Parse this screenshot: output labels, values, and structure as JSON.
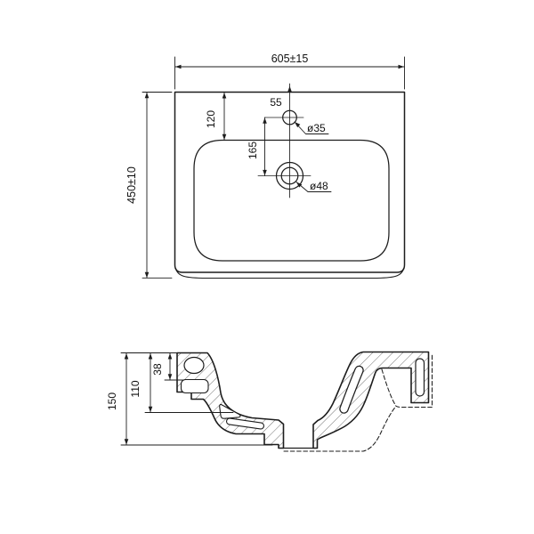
{
  "drawing": {
    "type": "washbasin technical drawing, top view and sectional side view",
    "colors": {
      "line": "#1d1d1d",
      "background": "#ffffff",
      "hatch": "#4d4d4d"
    },
    "top_view": {
      "overall_width": "605±15",
      "overall_depth": "450±10",
      "basin_inset_from_rear": "120",
      "faucet_hole_offset": "55",
      "faucet_to_drain_distance": "165",
      "faucet_hole_diameter": "ø35",
      "drain_hole_diameter": "ø48"
    },
    "section_view": {
      "overall_height": "150",
      "apron_height": "110",
      "deck_thickness": "38"
    }
  }
}
